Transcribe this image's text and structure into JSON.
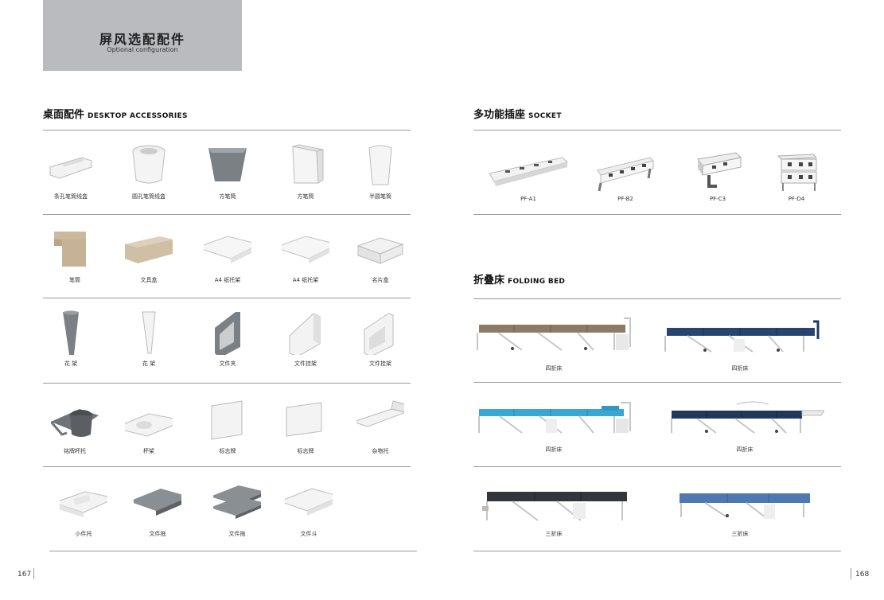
{
  "header": {
    "title_cn": "屏风选配配件",
    "title_en": "Optional configuration"
  },
  "desktop": {
    "title_cn": "桌面配件",
    "title_en": "DESKTOP ACCESSORIES",
    "rows": [
      [
        "条孔笔筒线盒",
        "圆孔笔筒线盒",
        "方笔筒",
        "方笔筒",
        "半圆笔筒"
      ],
      [
        "笔筒",
        "文具盒",
        "A4 纸托架",
        "A4 纸托架",
        "名片盒"
      ],
      [
        "花 架",
        "花 架",
        "文件夹",
        "文件挂架",
        "文件挂架"
      ],
      [
        "铭牌杯托",
        "杯架",
        "标志牌",
        "标志牌",
        "杂物托"
      ],
      [
        "小件托",
        "文件拖",
        "文件拖",
        "文件斗"
      ]
    ]
  },
  "socket": {
    "title_cn": "多功能插座",
    "title_en": "SOCKET",
    "items": [
      "PF-A1",
      "PF-B2",
      "PF-C3",
      "PF-D4"
    ]
  },
  "bed": {
    "title_cn": "折叠床",
    "title_en": "FOLDING BED",
    "rows": [
      [
        "四折床",
        "四折床"
      ],
      [
        "四折床",
        "四折床"
      ],
      [
        "三折床",
        "三折床"
      ]
    ]
  },
  "colors": {
    "tan": "#8c7b66",
    "navy": "#27456e",
    "cyan": "#3aa7d1",
    "dark": "#33363b",
    "blue": "#4f78b3",
    "grey": "#6f7478",
    "white": "#f2f2f2"
  },
  "pages": {
    "left": "167",
    "right": "168"
  }
}
